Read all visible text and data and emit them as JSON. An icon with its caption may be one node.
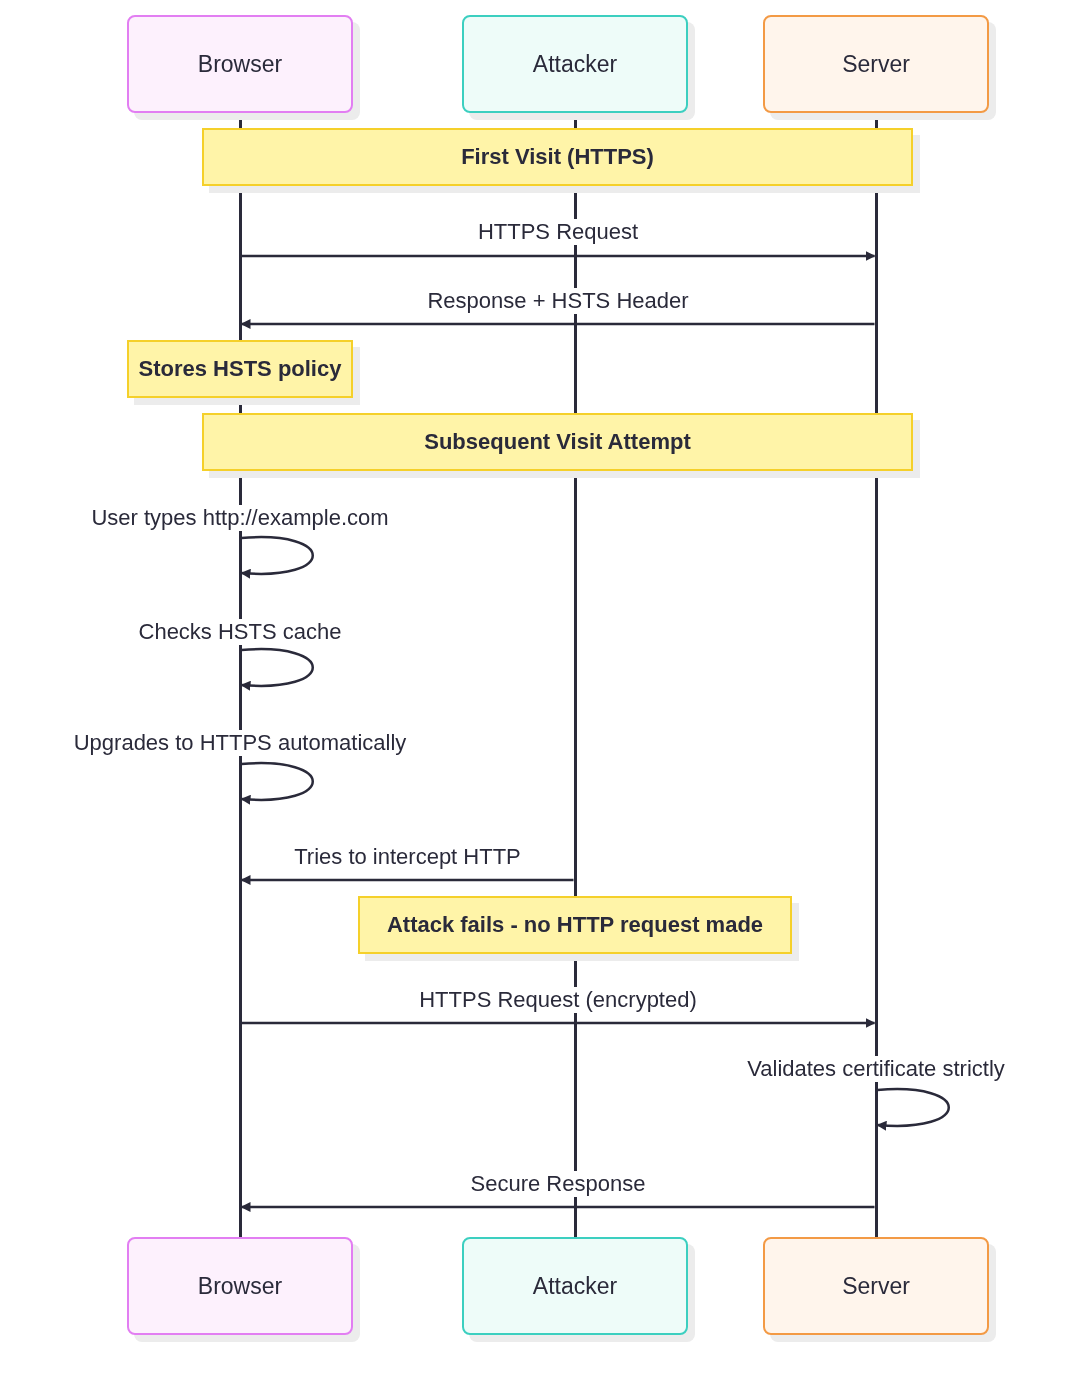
{
  "diagram": {
    "nodes": [
      {
        "text": [
          "Browser"
        ]
      },
      {
        "text": [
          "Attacker"
        ]
      },
      {
        "text": [
          "Server"
        ]
      },
      {
        "text": [],
        "shape": "line"
      },
      {
        "text": [],
        "shape": "line"
      },
      {
        "text": [],
        "shape": "line"
      },
      {
        "text": [],
        "shape": "line"
      },
      {
        "text": [],
        "shape": "line"
      },
      {
        "text": [],
        "shape": "line"
      },
      {
        "text": [],
        "shape": "line"
      },
      {
        "text": [],
        "shape": "line"
      },
      {
        "text": [],
        "shape": "line"
      },
      {
        "text": [],
        "shape": "line"
      },
      {
        "text": [],
        "shape": "line"
      },
      {
        "text": [
          "First Visit (HTTPS)"
        ]
      },
      {
        "text": [
          "Stores HSTS policy"
        ]
      },
      {
        "text": [
          "Subsequent Visit Attempt"
        ]
      },
      {
        "text": [
          "Attack fails - no HTTP request made"
        ]
      },
      {
        "text": [
          "Browser"
        ]
      },
      {
        "text": [
          "Attacker"
        ]
      },
      {
        "text": [
          "Server"
        ]
      }
    ],
    "edges": [
      {
        "from": 4,
        "to": 12,
        "label": "HTTPS Request",
        "arrow": "to"
      },
      {
        "from": 12,
        "to": 4,
        "label": "Response + HSTS Header",
        "arrow": "to"
      },
      {
        "from": 6,
        "to": 6,
        "label": "User types http://example.com",
        "arrow": "to"
      },
      {
        "from": 6,
        "to": 6,
        "label": "Checks HSTS cache",
        "arrow": "to"
      },
      {
        "from": 6,
        "to": 6,
        "label": "Upgrades to HTTPS automatically",
        "arrow": "to"
      },
      {
        "from": 9,
        "to": 6,
        "label": "Tries to intercept HTTP",
        "arrow": "to"
      },
      {
        "from": 6,
        "to": 13,
        "label": "HTTPS Request (encrypted)",
        "arrow": "to"
      },
      {
        "from": 13,
        "to": 13,
        "label": "Validates certificate strictly",
        "arrow": "to"
      },
      {
        "from": 13,
        "to": 6,
        "label": "Secure Response",
        "arrow": "to"
      }
    ]
  }
}
